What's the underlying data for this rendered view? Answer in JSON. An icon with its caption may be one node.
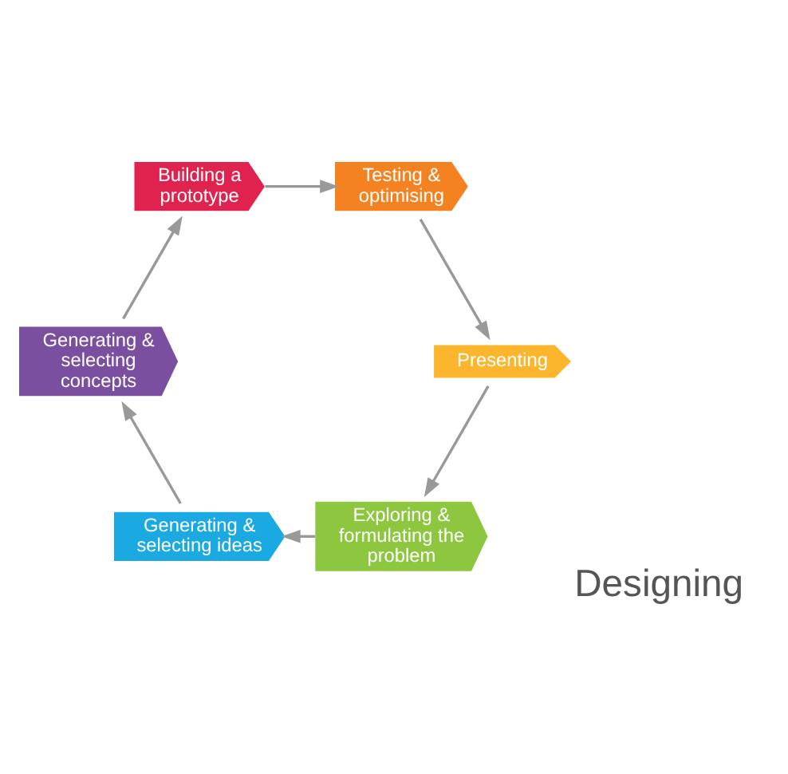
{
  "diagram": {
    "nodes": [
      {
        "text": [
          "Exploring & formulating the problem"
        ]
      },
      {
        "text": [
          "Generating & selecting ideas"
        ]
      },
      {
        "text": [
          "Generating & selecting concepts"
        ]
      },
      {
        "text": [
          "Building a prototype"
        ]
      },
      {
        "text": [
          "Testing & optimising"
        ]
      },
      {
        "text": [
          "Presenting"
        ]
      }
    ],
    "edges": [
      {
        "from": 0,
        "to": 1,
        "arrow": "to"
      },
      {
        "from": 1,
        "to": 2,
        "arrow": "to"
      },
      {
        "from": 2,
        "to": 3,
        "arrow": "to"
      },
      {
        "from": 3,
        "to": 4,
        "arrow": "to"
      },
      {
        "from": 4,
        "to": 5,
        "arrow": "to"
      },
      {
        "from": 5,
        "to": 0,
        "arrow": "to"
      }
    ],
    "labels": [
      "Designing"
    ]
  }
}
